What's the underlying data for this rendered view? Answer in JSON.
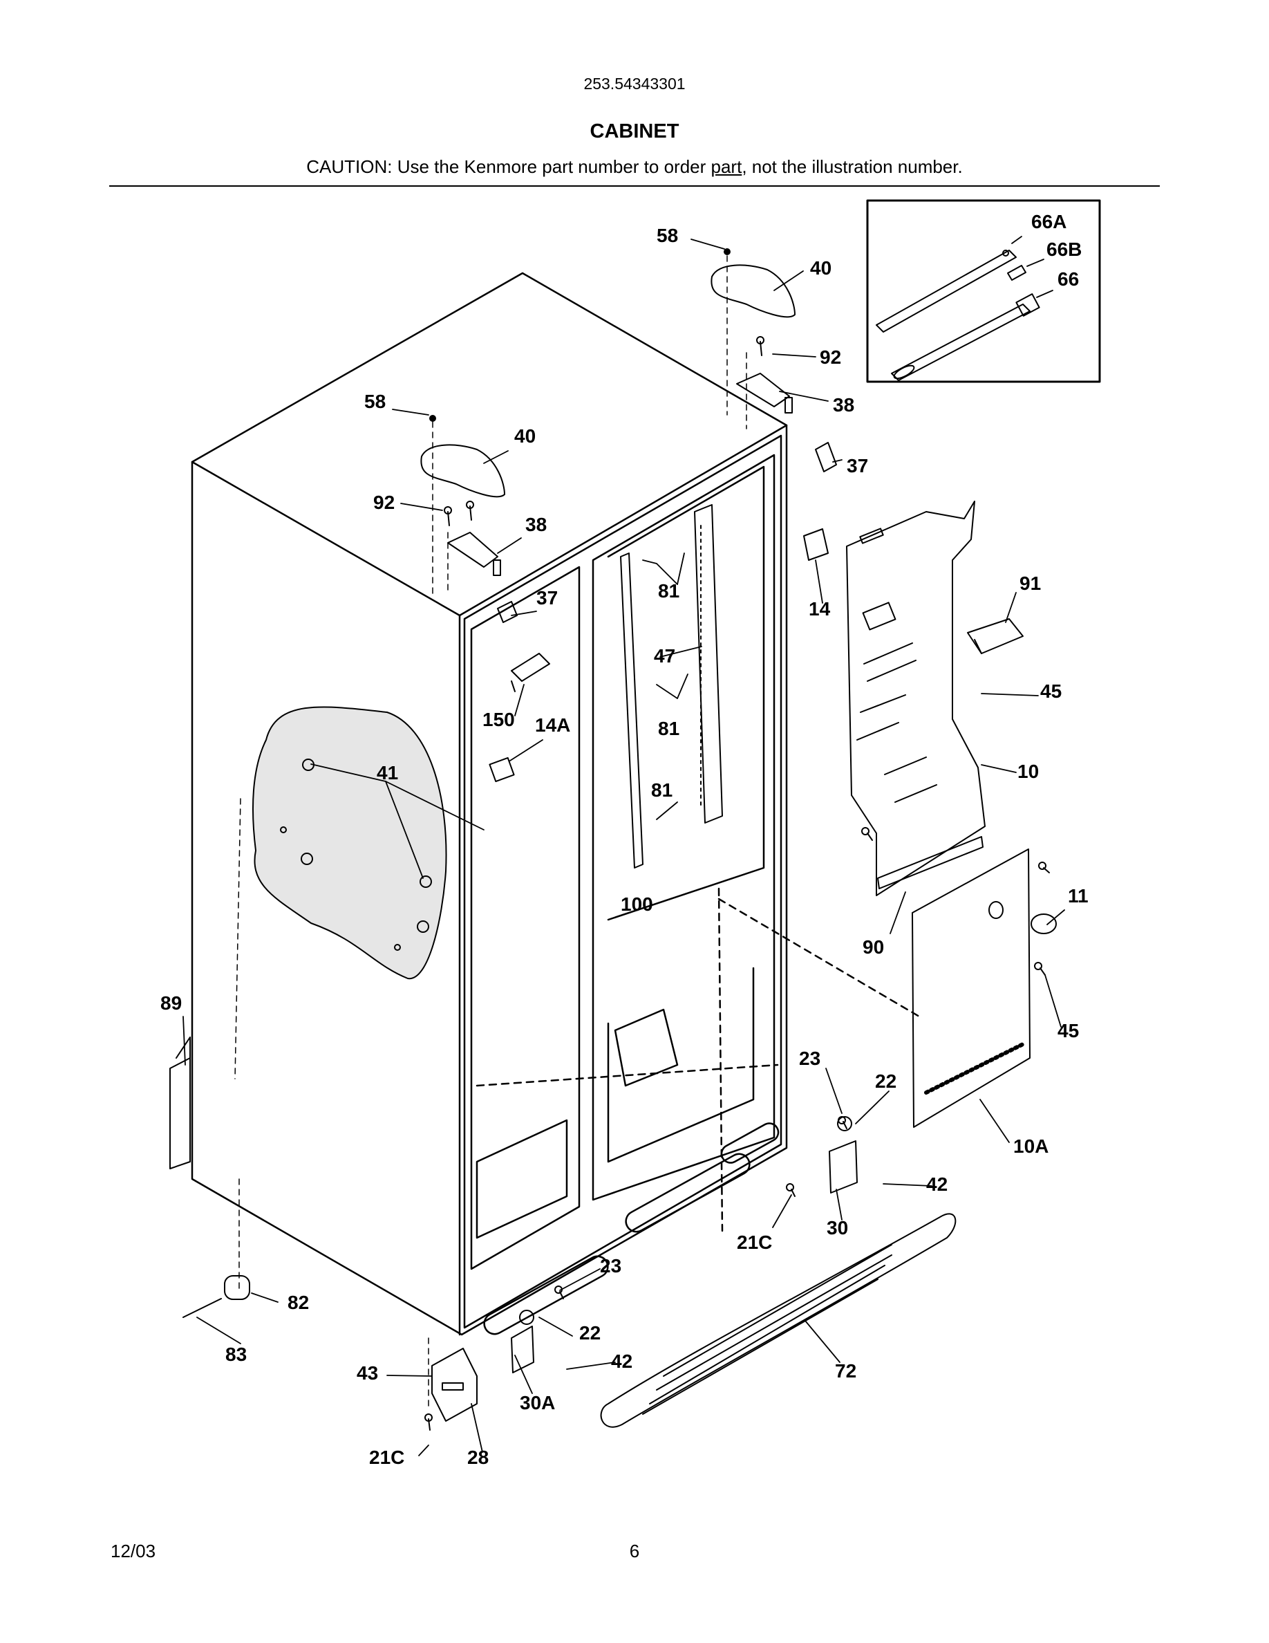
{
  "header": {
    "model_number": "253.54343301",
    "title": "CABINET",
    "caution_prefix": "CAUTION: Use the Kenmore part number to order ",
    "caution_underlined": "part",
    "caution_suffix": ", not the illustration number."
  },
  "callouts": {
    "c58a": "58",
    "c40a": "40",
    "c92a": "92",
    "c38a": "38",
    "c37a": "37",
    "c58b": "58",
    "c40b": "40",
    "c92b": "92",
    "c38b": "38",
    "c37b": "37",
    "c66A": "66A",
    "c66B": "66B",
    "c66": "66",
    "c81a": "81",
    "c81b": "81",
    "c81c": "81",
    "c47": "47",
    "c14": "14",
    "c91": "91",
    "c150": "150",
    "c14A": "14A",
    "c41": "41",
    "c45a": "45",
    "c10": "10",
    "c100": "100",
    "c11": "11",
    "c90": "90",
    "c45b": "45",
    "c89": "89",
    "c23a": "23",
    "c22a": "22",
    "c10A": "10A",
    "c42a": "42",
    "c30": "30",
    "c21Ca": "21C",
    "c23b": "23",
    "c82": "82",
    "c22b": "22",
    "c83": "83",
    "c42b": "42",
    "c72": "72",
    "c43": "43",
    "c30A": "30A",
    "c21Cb": "21C",
    "c28": "28"
  },
  "footer": {
    "date": "12/03",
    "page": "6"
  }
}
